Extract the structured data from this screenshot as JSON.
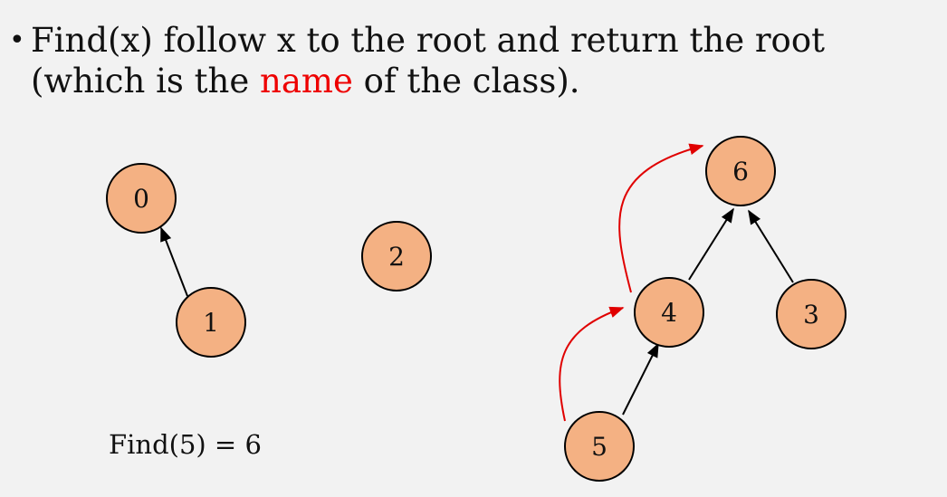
{
  "bullet": {
    "line1": "Find(x) follow x to the root and return the root",
    "line2_pre": "(which is the ",
    "line2_highlight": "name",
    "line2_post": " of the class)."
  },
  "colors": {
    "highlight": "#ee0000",
    "node_fill": "#f4b183",
    "find_path": "#e00000"
  },
  "nodes": [
    {
      "id": "0",
      "label": "0"
    },
    {
      "id": "1",
      "label": "1"
    },
    {
      "id": "2",
      "label": "2"
    },
    {
      "id": "6",
      "label": "6"
    },
    {
      "id": "4",
      "label": "4"
    },
    {
      "id": "3",
      "label": "3"
    },
    {
      "id": "5",
      "label": "5"
    }
  ],
  "edges": [
    {
      "from": "1",
      "to": "0"
    },
    {
      "from": "4",
      "to": "6"
    },
    {
      "from": "3",
      "to": "6"
    },
    {
      "from": "5",
      "to": "4"
    }
  ],
  "find_path": [
    "5",
    "4",
    "6"
  ],
  "result_text": "Find(5) = 6"
}
